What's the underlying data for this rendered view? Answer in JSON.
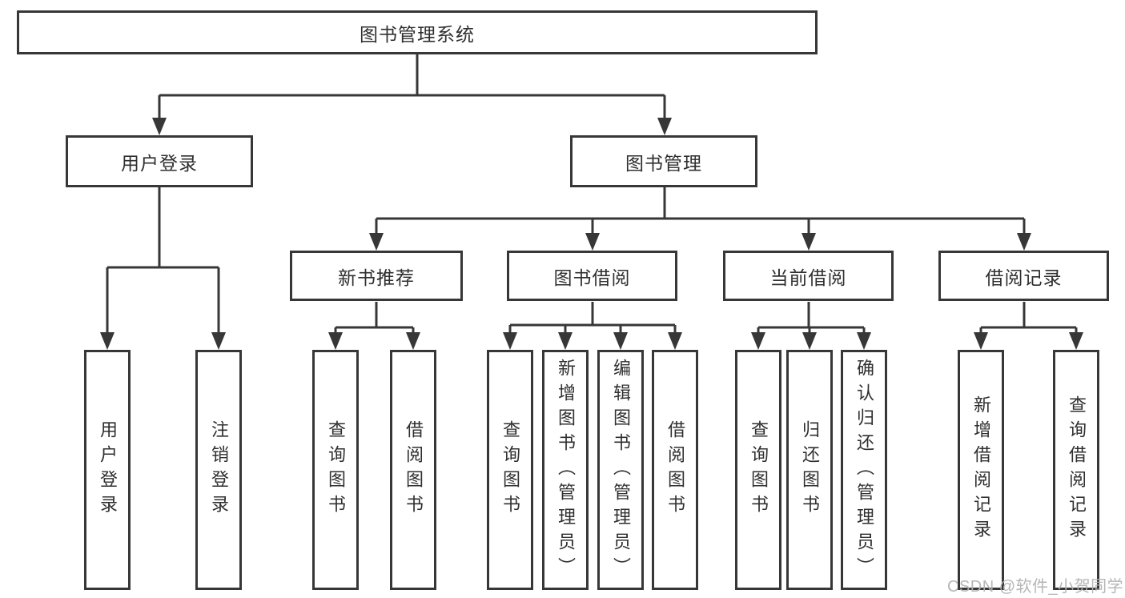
{
  "tree": {
    "root": "图书管理系统",
    "branches": [
      {
        "label": "用户登录",
        "leaves": [
          "用户登录",
          "注销登录"
        ]
      },
      {
        "label": "图书管理",
        "sections": [
          {
            "label": "新书推荐",
            "leaves": [
              "查询图书",
              "借阅图书"
            ]
          },
          {
            "label": "图书借阅",
            "leaves": [
              "查询图书",
              "新增图书（管理员）",
              "编辑图书（管理员）",
              "借阅图书"
            ]
          },
          {
            "label": "当前借阅",
            "leaves": [
              "查询图书",
              "归还图书",
              "确认归还（管理员）"
            ]
          },
          {
            "label": "借阅记录",
            "leaves": [
              "新增借阅记录",
              "查询借阅记录"
            ]
          }
        ]
      }
    ]
  },
  "watermark": "CSDN @软件_小贺同学",
  "colors": {
    "line": "#373737",
    "text": "#2f2f2f",
    "background": "#ffffff",
    "watermark": "#b2b2b2"
  }
}
